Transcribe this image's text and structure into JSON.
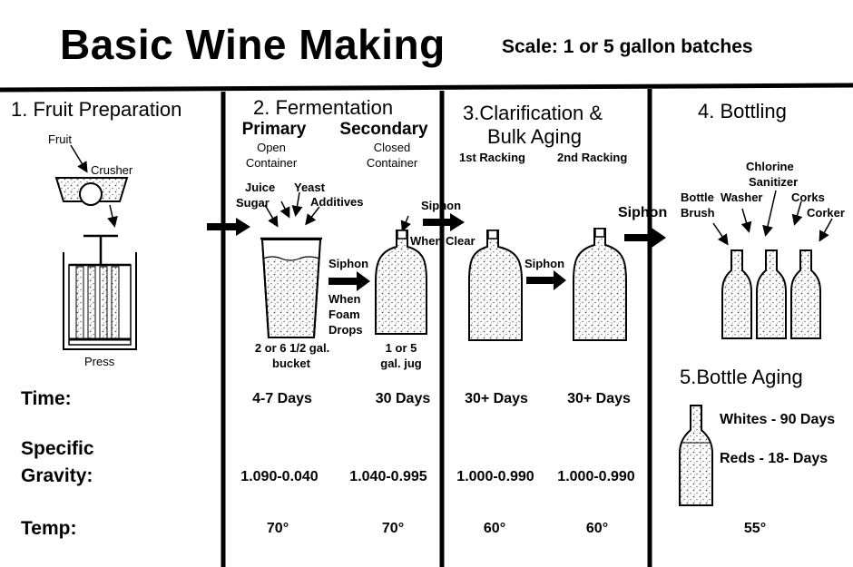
{
  "title": "Basic Wine Making",
  "scale": "Scale: 1 or 5 gallon batches",
  "stages": {
    "s1": "1. Fruit Preparation",
    "s2": "2. Fermentation",
    "s3_line1": "3.Clarification &",
    "s3_line2": "Bulk Aging",
    "s4": "4. Bottling",
    "s5": "5.Bottle Aging"
  },
  "fermentation": {
    "primary": "Primary",
    "primary_desc1": "Open",
    "primary_desc2": "Container",
    "secondary": "Secondary",
    "secondary_desc1": "Closed",
    "secondary_desc2": "Container",
    "inputs": {
      "juice": "Juice",
      "sugar": "Sugar",
      "yeast": "Yeast",
      "additives": "Additives"
    },
    "siphon": "Siphon",
    "when_foam1": "When",
    "when_foam2": "Foam",
    "when_foam3": "Drops",
    "bucket1": "2 or 6 1/2 gal.",
    "bucket2": "bucket",
    "jug1": "1 or 5",
    "jug2": "gal. jug"
  },
  "prep": {
    "fruit": "Fruit",
    "crusher": "Crusher",
    "press": "Press"
  },
  "clarification": {
    "racking1": "1st Racking",
    "racking2": "2nd Racking",
    "siphon_in": "Siphon",
    "when_clear": "When Clear",
    "siphon_mid": "Siphon"
  },
  "bottling": {
    "siphon": "Siphon",
    "bottle_brush1": "Bottle",
    "bottle_brush2": "Brush",
    "washer": "Washer",
    "chlorine1": "Chlorine",
    "chlorine2": "Sanitizer",
    "corks": "Corks",
    "corker": "Corker"
  },
  "aging": {
    "whites": "Whites - 90 Days",
    "reds": "Reds - 18- Days"
  },
  "rows": {
    "time_label": "Time:",
    "sg_label1": "Specific",
    "sg_label2": "Gravity:",
    "temp_label": "Temp:",
    "time": [
      "4-7 Days",
      "30 Days",
      "30+ Days",
      "30+ Days"
    ],
    "sg": [
      "1.090-0.040",
      "1.040-0.995",
      "1.000-0.990",
      "1.000-0.990"
    ],
    "temp": [
      "70°",
      "70°",
      "60°",
      "60°",
      "55°"
    ]
  }
}
